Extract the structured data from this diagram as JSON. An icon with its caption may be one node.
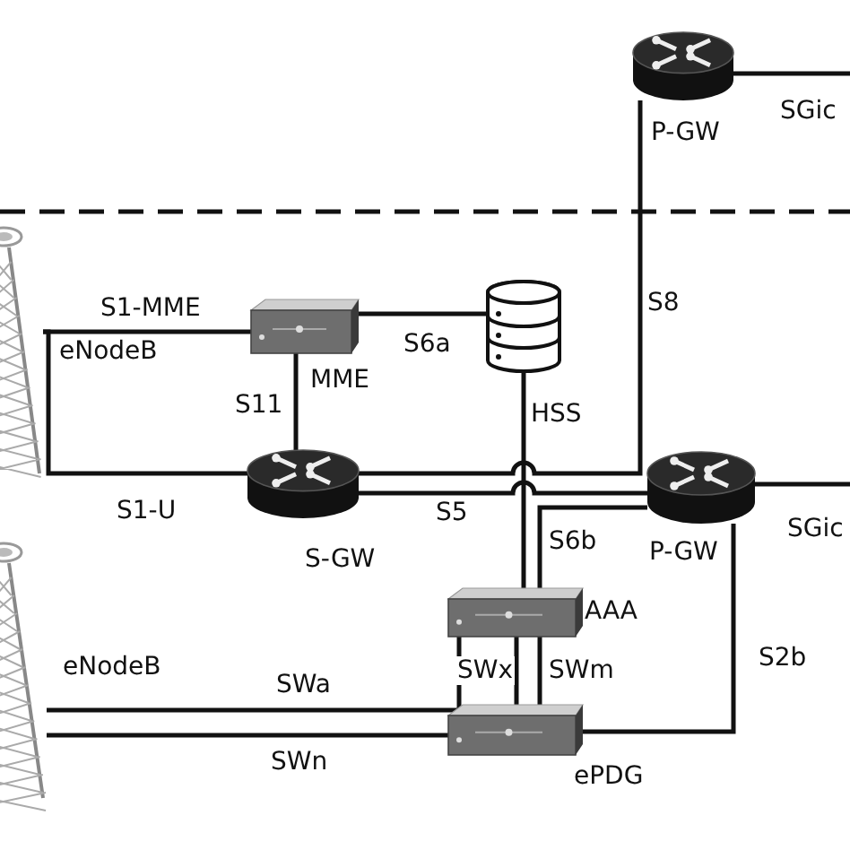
{
  "diagram": {
    "nodes": [
      {
        "text": [
          "P-GW"
        ]
      },
      {
        "text": [
          "eNodeB"
        ]
      },
      {
        "text": [
          "MME"
        ]
      },
      {
        "text": [
          "HSS"
        ]
      },
      {
        "text": [
          "S-GW"
        ]
      },
      {
        "text": [
          "P-GW"
        ]
      },
      {
        "text": [
          "AAA"
        ]
      },
      {
        "text": [
          "eNodeB"
        ]
      },
      {
        "text": [
          "ePDG"
        ]
      }
    ],
    "edges": [
      {
        "from": 0,
        "to": null,
        "arrow": "none",
        "label": "SGic"
      },
      {
        "from": 0,
        "to": 4,
        "arrow": "none",
        "label": "S8"
      },
      {
        "from": 1,
        "to": 2,
        "arrow": "none",
        "label": "S1-MME"
      },
      {
        "from": 1,
        "to": 4,
        "arrow": "none",
        "label": "S1-U"
      },
      {
        "from": 2,
        "to": 4,
        "arrow": "none",
        "label": "S11"
      },
      {
        "from": 2,
        "to": 3,
        "arrow": "none",
        "label": "S6a"
      },
      {
        "from": 4,
        "to": 5,
        "arrow": "none",
        "label": "S5"
      },
      {
        "from": 3,
        "to": 6,
        "arrow": "none"
      },
      {
        "from": 5,
        "to": 6,
        "arrow": "none",
        "label": "S6b"
      },
      {
        "from": 5,
        "to": null,
        "arrow": "none",
        "label": "SGic"
      },
      {
        "from": 7,
        "to": 6,
        "arrow": "none",
        "label": "SWa"
      },
      {
        "from": 6,
        "to": 8,
        "arrow": "none",
        "label": "SWx"
      },
      {
        "from": 6,
        "to": 8,
        "arrow": "none",
        "label": "SWm"
      },
      {
        "from": 7,
        "to": 8,
        "arrow": "none",
        "label": "SWn"
      },
      {
        "from": 8,
        "to": 5,
        "arrow": "none",
        "label": "S2b"
      }
    ]
  }
}
